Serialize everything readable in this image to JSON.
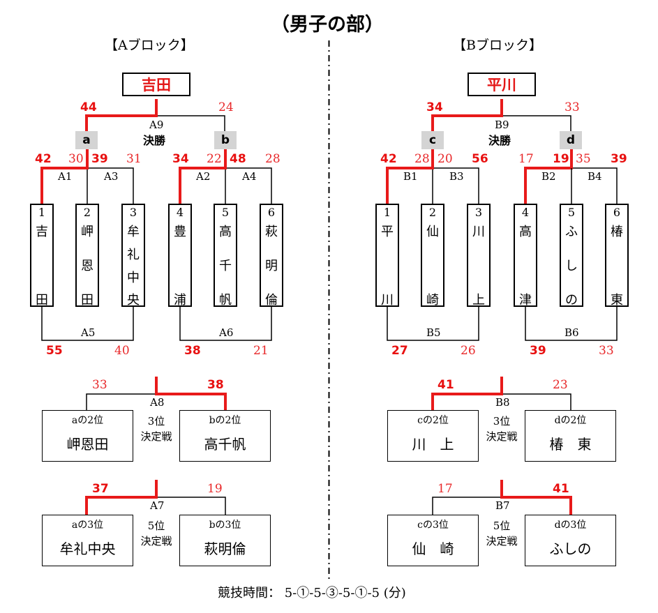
{
  "title": "（男子の部）",
  "footer": "競技時間： 5-①-5-③-5-①-5 (分)",
  "block_a": {
    "label": "【Aブロック】",
    "winner": "吉田",
    "final": {
      "code": "A9",
      "label": "決勝",
      "score_left": "44",
      "score_right": "24",
      "badge_left": "a",
      "badge_right": "b"
    },
    "semis": [
      {
        "score_top": "42",
        "code_a": "A1",
        "score_mid_left": "30",
        "score_mid_right": "39",
        "code_b": "A3",
        "score_right": "31"
      },
      {
        "score_top": "34",
        "code_a": "A2",
        "score_mid_left": "22",
        "score_mid_right": "48",
        "code_b": "A4",
        "score_right": "28"
      }
    ],
    "teams": [
      {
        "seed": "1",
        "chars": [
          "吉",
          "田"
        ]
      },
      {
        "seed": "2",
        "chars": [
          "岬",
          "恩",
          "田"
        ]
      },
      {
        "seed": "3",
        "chars": [
          "牟",
          "礼",
          "中",
          "央"
        ]
      },
      {
        "seed": "4",
        "chars": [
          "豊",
          "浦"
        ]
      },
      {
        "seed": "5",
        "chars": [
          "高",
          "千",
          "帆"
        ]
      },
      {
        "seed": "6",
        "chars": [
          "萩",
          "明",
          "倫"
        ]
      }
    ],
    "pair_matches": [
      {
        "code": "A5",
        "score_left": "55",
        "score_right": "40"
      },
      {
        "code": "A6",
        "score_left": "38",
        "score_right": "21"
      }
    ],
    "placement": [
      {
        "code": "A8",
        "score_left": "33",
        "score_right": "38",
        "mid_line1": "3位",
        "mid_line2": "決定戦",
        "left_rank": "aの2位",
        "left_name": "岬恩田",
        "right_rank": "bの2位",
        "right_name": "高千帆"
      },
      {
        "code": "A7",
        "score_left": "37",
        "score_right": "19",
        "mid_line1": "5位",
        "mid_line2": "決定戦",
        "left_rank": "aの3位",
        "left_name": "牟礼中央",
        "right_rank": "bの3位",
        "right_name": "萩明倫"
      }
    ]
  },
  "block_b": {
    "label": "【Bブロック】",
    "winner": "平川",
    "final": {
      "code": "B9",
      "label": "決勝",
      "score_left": "34",
      "score_right": "33",
      "badge_left": "c",
      "badge_right": "d"
    },
    "semis": [
      {
        "score_top": "42",
        "code_a": "B1",
        "score_mid_left": "28",
        "score_mid_right": "20",
        "code_b": "B3",
        "score_right": "56"
      },
      {
        "score_top": "17",
        "code_a": "B2",
        "score_mid_left": "19",
        "score_mid_right": "35",
        "code_b": "B4",
        "score_right": "39"
      }
    ],
    "teams": [
      {
        "seed": "1",
        "chars": [
          "平",
          "川"
        ]
      },
      {
        "seed": "2",
        "chars": [
          "仙",
          "崎"
        ]
      },
      {
        "seed": "3",
        "chars": [
          "川",
          "上"
        ]
      },
      {
        "seed": "4",
        "chars": [
          "高",
          "津"
        ]
      },
      {
        "seed": "5",
        "chars": [
          "ふ",
          "し",
          "の"
        ]
      },
      {
        "seed": "6",
        "chars": [
          "椿",
          "東"
        ]
      }
    ],
    "pair_matches": [
      {
        "code": "B5",
        "score_left": "27",
        "score_right": "26"
      },
      {
        "code": "B6",
        "score_left": "39",
        "score_right": "33"
      }
    ],
    "placement": [
      {
        "code": "B8",
        "score_left": "41",
        "score_right": "23",
        "mid_line1": "3位",
        "mid_line2": "決定戦",
        "left_rank": "cの2位",
        "left_name": "川　上",
        "right_rank": "dの2位",
        "right_name": "椿　東"
      },
      {
        "code": "B7",
        "score_left": "17",
        "score_right": "41",
        "mid_line1": "5位",
        "mid_line2": "決定戦",
        "left_rank": "cの3位",
        "left_name": "仙　崎",
        "right_rank": "dの3位",
        "right_name": "ふしの"
      }
    ]
  }
}
